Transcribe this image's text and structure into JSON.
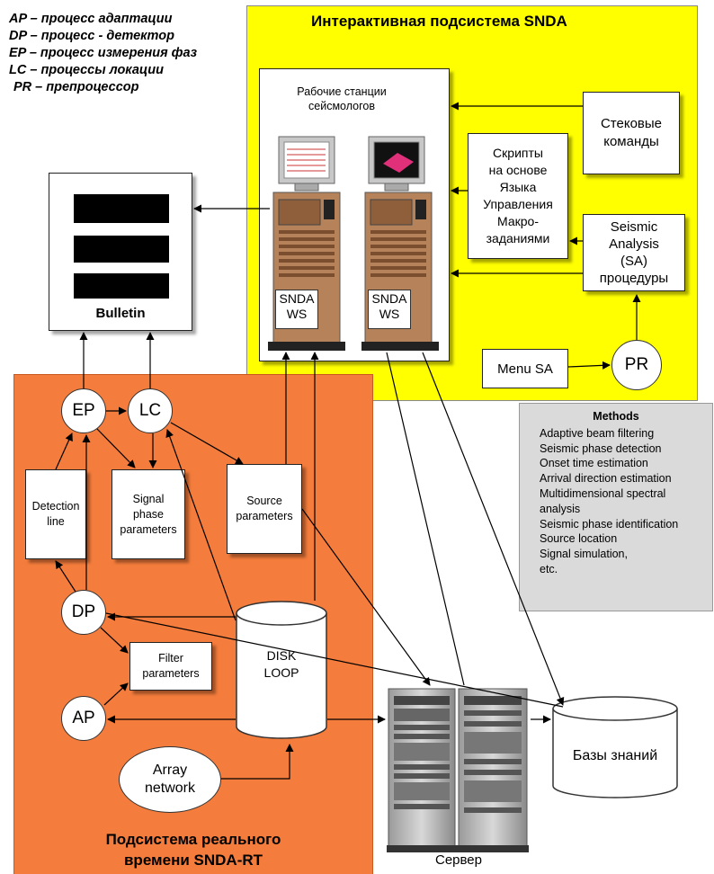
{
  "legend": [
    "AP – процесс адаптации",
    "DP – процесс - детектор",
    "EP – процесс измерения фаз",
    "LC – процессы локации",
    "PR – препроцессор"
  ],
  "interactive_subsystem": {
    "title": "Интерактивная подсистема SNDA",
    "workstations_caption": "Рабочие станции\nсейсмологов",
    "ws_label": "SNDA\nWS",
    "stack_commands": "Стековые\nкоманды",
    "scripts": "Скрипты\nна основе\nЯзыка\nУправления\nМакро-\nзаданиями",
    "sa_procedures": "Seismic\nAnalysis\n(SA)\nпроцедуры",
    "menu_sa": "Menu SA",
    "pr": "PR"
  },
  "bulletin": {
    "label": "Bulletin"
  },
  "realtime_subsystem": {
    "title": "Подсистема реального\nвремени SNDA-RT",
    "ep": "EP",
    "lc": "LC",
    "dp": "DP",
    "ap": "AP",
    "detection_line": "Detection\nline",
    "signal_phase": "Signal\nphase\nparameters",
    "source_parameters": "Source\nparameters",
    "filter_parameters": "Filter\nparameters",
    "disk_loop": "DISK\nLOOP",
    "array_network": "Array\nnetwork"
  },
  "methods": {
    "title": "Methods",
    "items": [
      "Adaptive beam filtering",
      "Seismic phase detection",
      "Onset time estimation",
      "Arrival direction estimation",
      "Multidimensional spectral",
      "analysis",
      "Seismic phase identification",
      "Source location",
      "Signal simulation,",
      "etc."
    ]
  },
  "server": {
    "label": "Сервер"
  },
  "knowledge_base": {
    "label": "Базы знаний"
  },
  "colors": {
    "yellow": "#ffff00",
    "orange": "#f47c3c",
    "methods_bg": "#dadada"
  }
}
